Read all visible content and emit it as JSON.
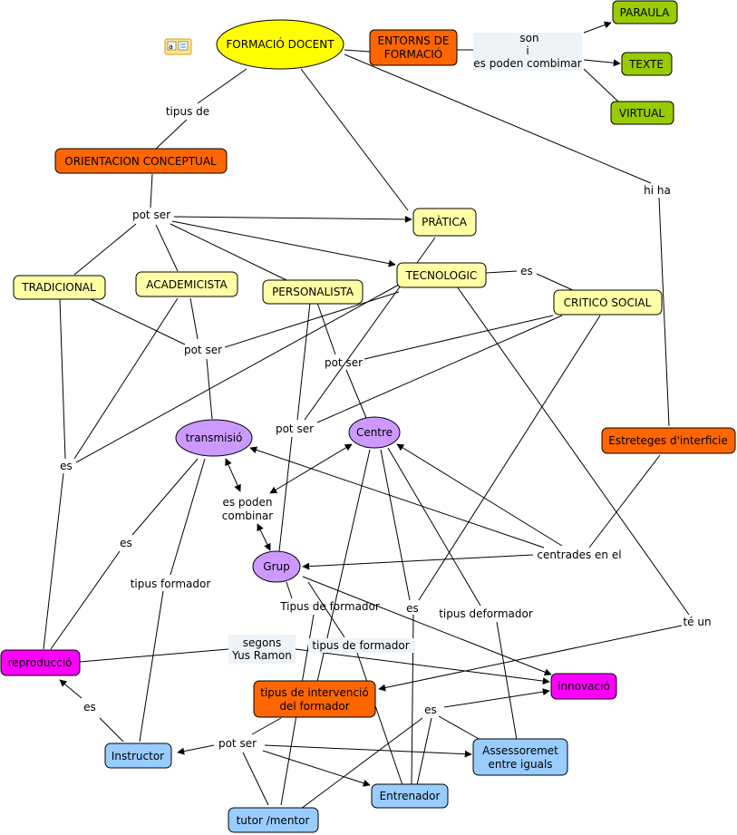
{
  "colors": {
    "concept_yellow": "#ffff00",
    "node_light_yellow": "#ffffa6",
    "node_orange": "#ff6600",
    "node_green": "#99cc00",
    "node_purple": "#cc99ff",
    "node_magenta": "#ff00ff",
    "node_light_blue": "#99ccff",
    "label_bg": "#eef3f7"
  },
  "icons": {
    "resource": "resource-note-icon"
  },
  "nodes": {
    "formacio_docent": "FORMACIÓ DOCENT",
    "entorns_formacio": [
      "ENTORNS DE",
      "FORMACIÓ"
    ],
    "paraula": "PARAULA",
    "texte": "TEXTE",
    "virtual": "VIRTUAL",
    "orientacion_conceptual": "ORIENTACION CONCEPTUAL",
    "practica": "PRÀTICA",
    "tecnologic": "TECNOLOGIC",
    "critico_social": "CRITICO SOCIAL",
    "tradicional": "TRADICIONAL",
    "academicista": "ACADEMICISTA",
    "personalista": "PERSONALISTA",
    "transmisio": "transmisió",
    "centre": "Centre",
    "grup": "Grup",
    "estreteges_interficie": "Estreteges d'interficie",
    "reproduccio": "reproducció",
    "innovacio": "innovació",
    "tipus_intervencio": [
      "tipus de intervenció",
      "del formador"
    ],
    "instructor": "Instructor",
    "assessorament": [
      "Assessoremet",
      "entre iguals"
    ],
    "entrenador": "Entrenador",
    "tutor_mentor": "tutor /mentor"
  },
  "links": {
    "son_combinar": [
      "son",
      "i",
      "es poden combimar"
    ],
    "tipus_de": "tipus de",
    "hi_ha": "hi ha",
    "pot_ser_1": "pot ser",
    "es_1": "es",
    "pot_ser_2": "pot ser",
    "pot_ser_3": "pot ser",
    "pot_ser_4": "pot ser",
    "es_2": "es",
    "es_poden_combinar": [
      "es poden",
      "combinar"
    ],
    "es_3": "es",
    "tipus_formador_1": "tipus formador",
    "centrades_en_el": "centrades en el",
    "tipus_de_formador_2": "Tipus de formador",
    "es_4": "es",
    "tipus_deformador": "tipus deformador",
    "te_un": "té un",
    "segons_yus_ramon": [
      "segons",
      "Yus Ramon"
    ],
    "tipus_de_formador_3": "tipus de formador",
    "es_5": "es",
    "es_6": "es",
    "pot_ser_5": "pot ser"
  }
}
